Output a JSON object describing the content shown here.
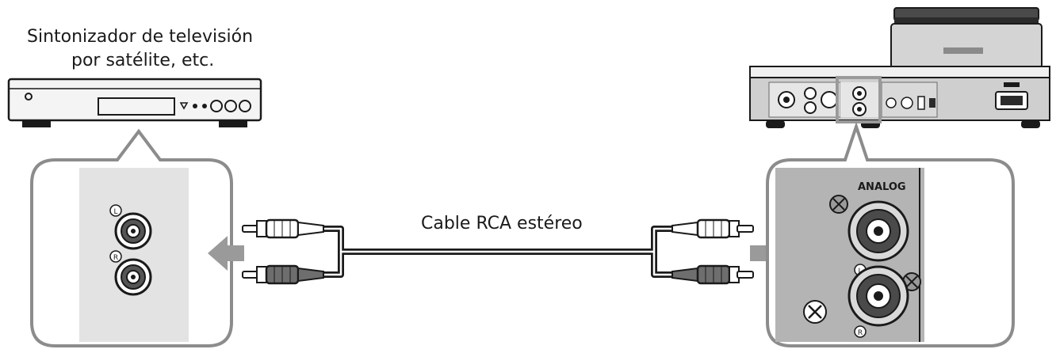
{
  "labels": {
    "source_line1": "Sintonizador de televisión",
    "source_line2": "por satélite, etc.",
    "cable": "Cable RCA estéreo",
    "panel_analog": "ANALOG",
    "jack_left": "L",
    "jack_right": "R"
  },
  "icons": {
    "source_device": "satellite-tuner-icon",
    "target_device": "amplifier-rear-icon",
    "arrow": "arrow-icon",
    "plug": "rca-plug-icon"
  },
  "colors": {
    "line": "#1a1a1a",
    "callout_border": "#8c8c8c",
    "panel_light": "#e3e3e3",
    "panel_dark": "#b4b4b4",
    "arrow": "#9a9a9a"
  }
}
